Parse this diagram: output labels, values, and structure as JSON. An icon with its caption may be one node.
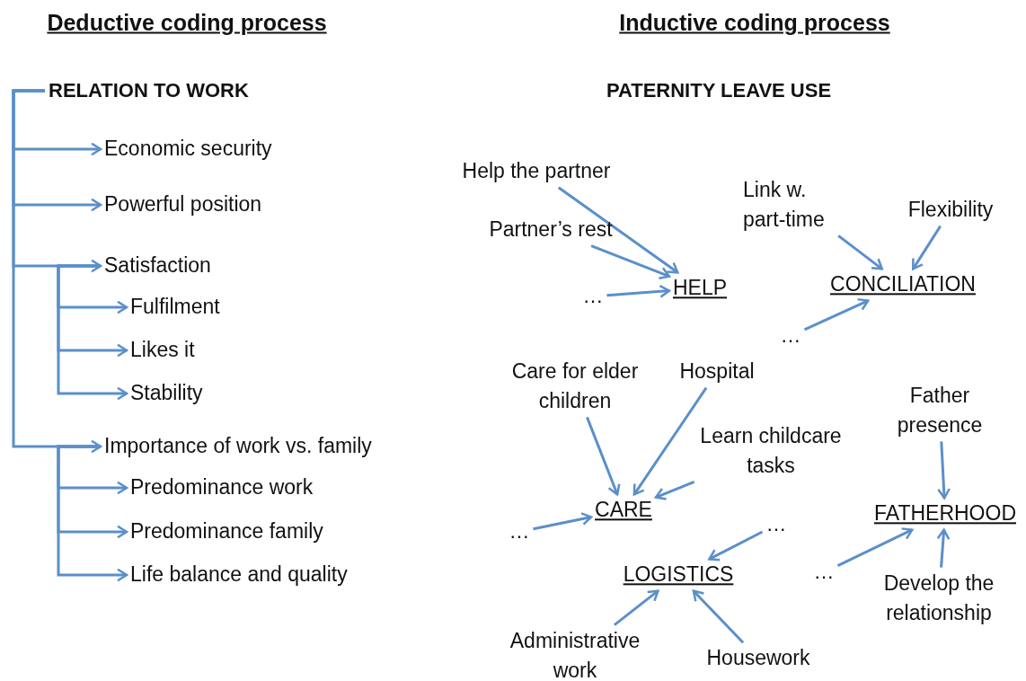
{
  "diagram": {
    "nodes": [
      {
        "text": [
          "RELATION TO WORK"
        ]
      },
      {
        "text": [
          "Economic security"
        ]
      },
      {
        "text": [
          "Powerful position"
        ]
      },
      {
        "text": [
          "Satisfaction"
        ]
      },
      {
        "text": [
          "Fulfilment"
        ]
      },
      {
        "text": [
          "Likes it"
        ]
      },
      {
        "text": [
          "Stability"
        ]
      },
      {
        "text": [
          "Importance of work vs. family"
        ]
      },
      {
        "text": [
          "Predominance work"
        ]
      },
      {
        "text": [
          "Predominance family"
        ]
      },
      {
        "text": [
          "Life balance and quality"
        ]
      },
      {
        "text": [
          "Help the partner"
        ]
      },
      {
        "text": [
          "Partner’s rest"
        ]
      },
      {
        "text": [
          "…"
        ]
      },
      {
        "text": [
          "HELP"
        ]
      },
      {
        "text": [
          "Link w. part-time"
        ]
      },
      {
        "text": [
          "Flexibility"
        ]
      },
      {
        "text": [
          "CONCILIATION"
        ]
      },
      {
        "text": [
          "…"
        ]
      },
      {
        "text": [
          "Care for elder children"
        ]
      },
      {
        "text": [
          "Hospital"
        ]
      },
      {
        "text": [
          "Learn childcare tasks"
        ]
      },
      {
        "text": [
          "CARE"
        ]
      },
      {
        "text": [
          "…"
        ]
      },
      {
        "text": [
          "…"
        ]
      },
      {
        "text": [
          "LOGISTICS"
        ]
      },
      {
        "text": [
          "Father presence"
        ]
      },
      {
        "text": [
          "FATHERHOOD"
        ]
      },
      {
        "text": [
          "…"
        ]
      },
      {
        "text": [
          "Develop the relationship"
        ]
      },
      {
        "text": [
          "Administrative work"
        ]
      },
      {
        "text": [
          "Housework"
        ]
      }
    ],
    "edges": [
      {
        "from": 0,
        "to": 1,
        "arrow": "to"
      },
      {
        "from": 0,
        "to": 2,
        "arrow": "to"
      },
      {
        "from": 0,
        "to": 3,
        "arrow": "to"
      },
      {
        "from": 0,
        "to": 7,
        "arrow": "to"
      },
      {
        "from": 3,
        "to": 4,
        "arrow": "to"
      },
      {
        "from": 3,
        "to": 5,
        "arrow": "to"
      },
      {
        "from": 3,
        "to": 6,
        "arrow": "to"
      },
      {
        "from": 7,
        "to": 8,
        "arrow": "to"
      },
      {
        "from": 7,
        "to": 9,
        "arrow": "to"
      },
      {
        "from": 7,
        "to": 10,
        "arrow": "to"
      },
      {
        "from": 11,
        "to": 14,
        "arrow": "to"
      },
      {
        "from": 12,
        "to": 14,
        "arrow": "to"
      },
      {
        "from": 13,
        "to": 14,
        "arrow": "to"
      },
      {
        "from": 15,
        "to": 17,
        "arrow": "to"
      },
      {
        "from": 16,
        "to": 17,
        "arrow": "to"
      },
      {
        "from": 18,
        "to": 17,
        "arrow": "to"
      },
      {
        "from": 19,
        "to": 22,
        "arrow": "to"
      },
      {
        "from": 20,
        "to": 22,
        "arrow": "to"
      },
      {
        "from": 21,
        "to": 22,
        "arrow": "to"
      },
      {
        "from": 23,
        "to": 22,
        "arrow": "to"
      },
      {
        "from": 24,
        "to": 25,
        "arrow": "to"
      },
      {
        "from": 30,
        "to": 25,
        "arrow": "to"
      },
      {
        "from": 31,
        "to": 25,
        "arrow": "to"
      },
      {
        "from": 28,
        "to": 27,
        "arrow": "to"
      },
      {
        "from": 29,
        "to": 27,
        "arrow": "to"
      },
      {
        "from": 26,
        "to": 27,
        "arrow": "to"
      }
    ],
    "labels": [
      "Deductive coding process",
      "Inductive coding process",
      "PATERNITY LEAVE USE"
    ]
  }
}
